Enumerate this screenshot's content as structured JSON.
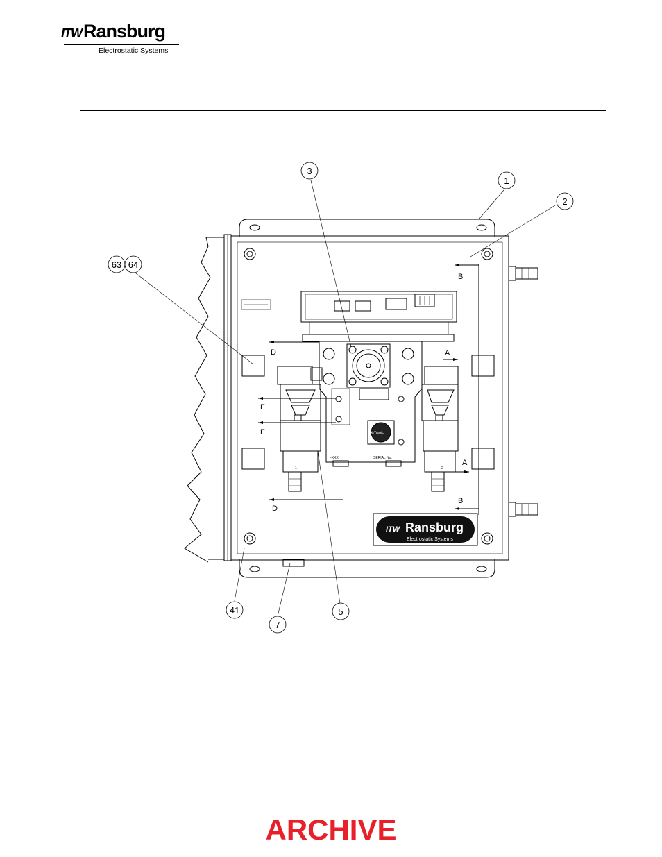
{
  "logo": {
    "itw": "ITW",
    "name": "Ransburg",
    "tagline": "Electrostatic Systems"
  },
  "callouts": [
    "1",
    "2",
    "3",
    "63",
    "64",
    "41",
    "7",
    "5"
  ],
  "section_labels": {
    "A": "A",
    "B": "B",
    "D": "D",
    "F": "F"
  },
  "panel_text": {
    "serial_prefix": "-XXX",
    "serial": "SERIAL No.",
    "port1": "1",
    "port2": "2",
    "brand_badge": "AirTronic"
  },
  "nameplate": {
    "itw": "ITW",
    "name": "Ransburg",
    "tagline": "Electrostatic Systems"
  },
  "archive": "ARCHIVE",
  "colors": {
    "archive": "#e8202a",
    "nameplate_bg": "#111111",
    "nameplate_text": "#ffffff"
  }
}
